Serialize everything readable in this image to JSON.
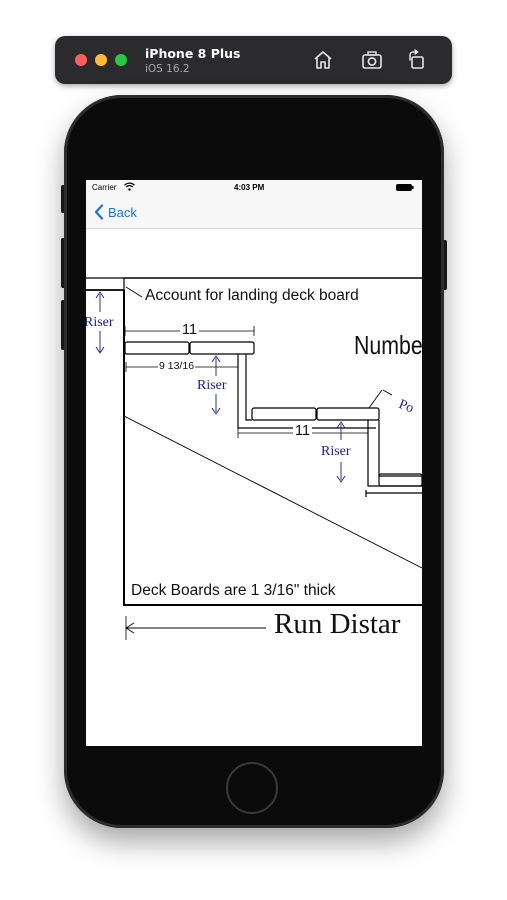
{
  "simulator": {
    "device_name": "iPhone 8 Plus",
    "os_version": "iOS 16.2"
  },
  "status_bar": {
    "carrier": "Carrier",
    "time": "4:03 PM"
  },
  "nav": {
    "back_label": "Back"
  },
  "diagram": {
    "landing_note": "Account for landing deck board",
    "riser_label": "Riser",
    "tread_width": "11",
    "tread_offset": "9 13/16",
    "number_heading": "Numbe",
    "post_label": "Po",
    "deck_board_note": "Deck Boards are 1 3/16\" thick",
    "run_distance": "Run Distar"
  },
  "colors": {
    "accent": "#1e6ef0",
    "riser_text": "#1b1b9a"
  }
}
